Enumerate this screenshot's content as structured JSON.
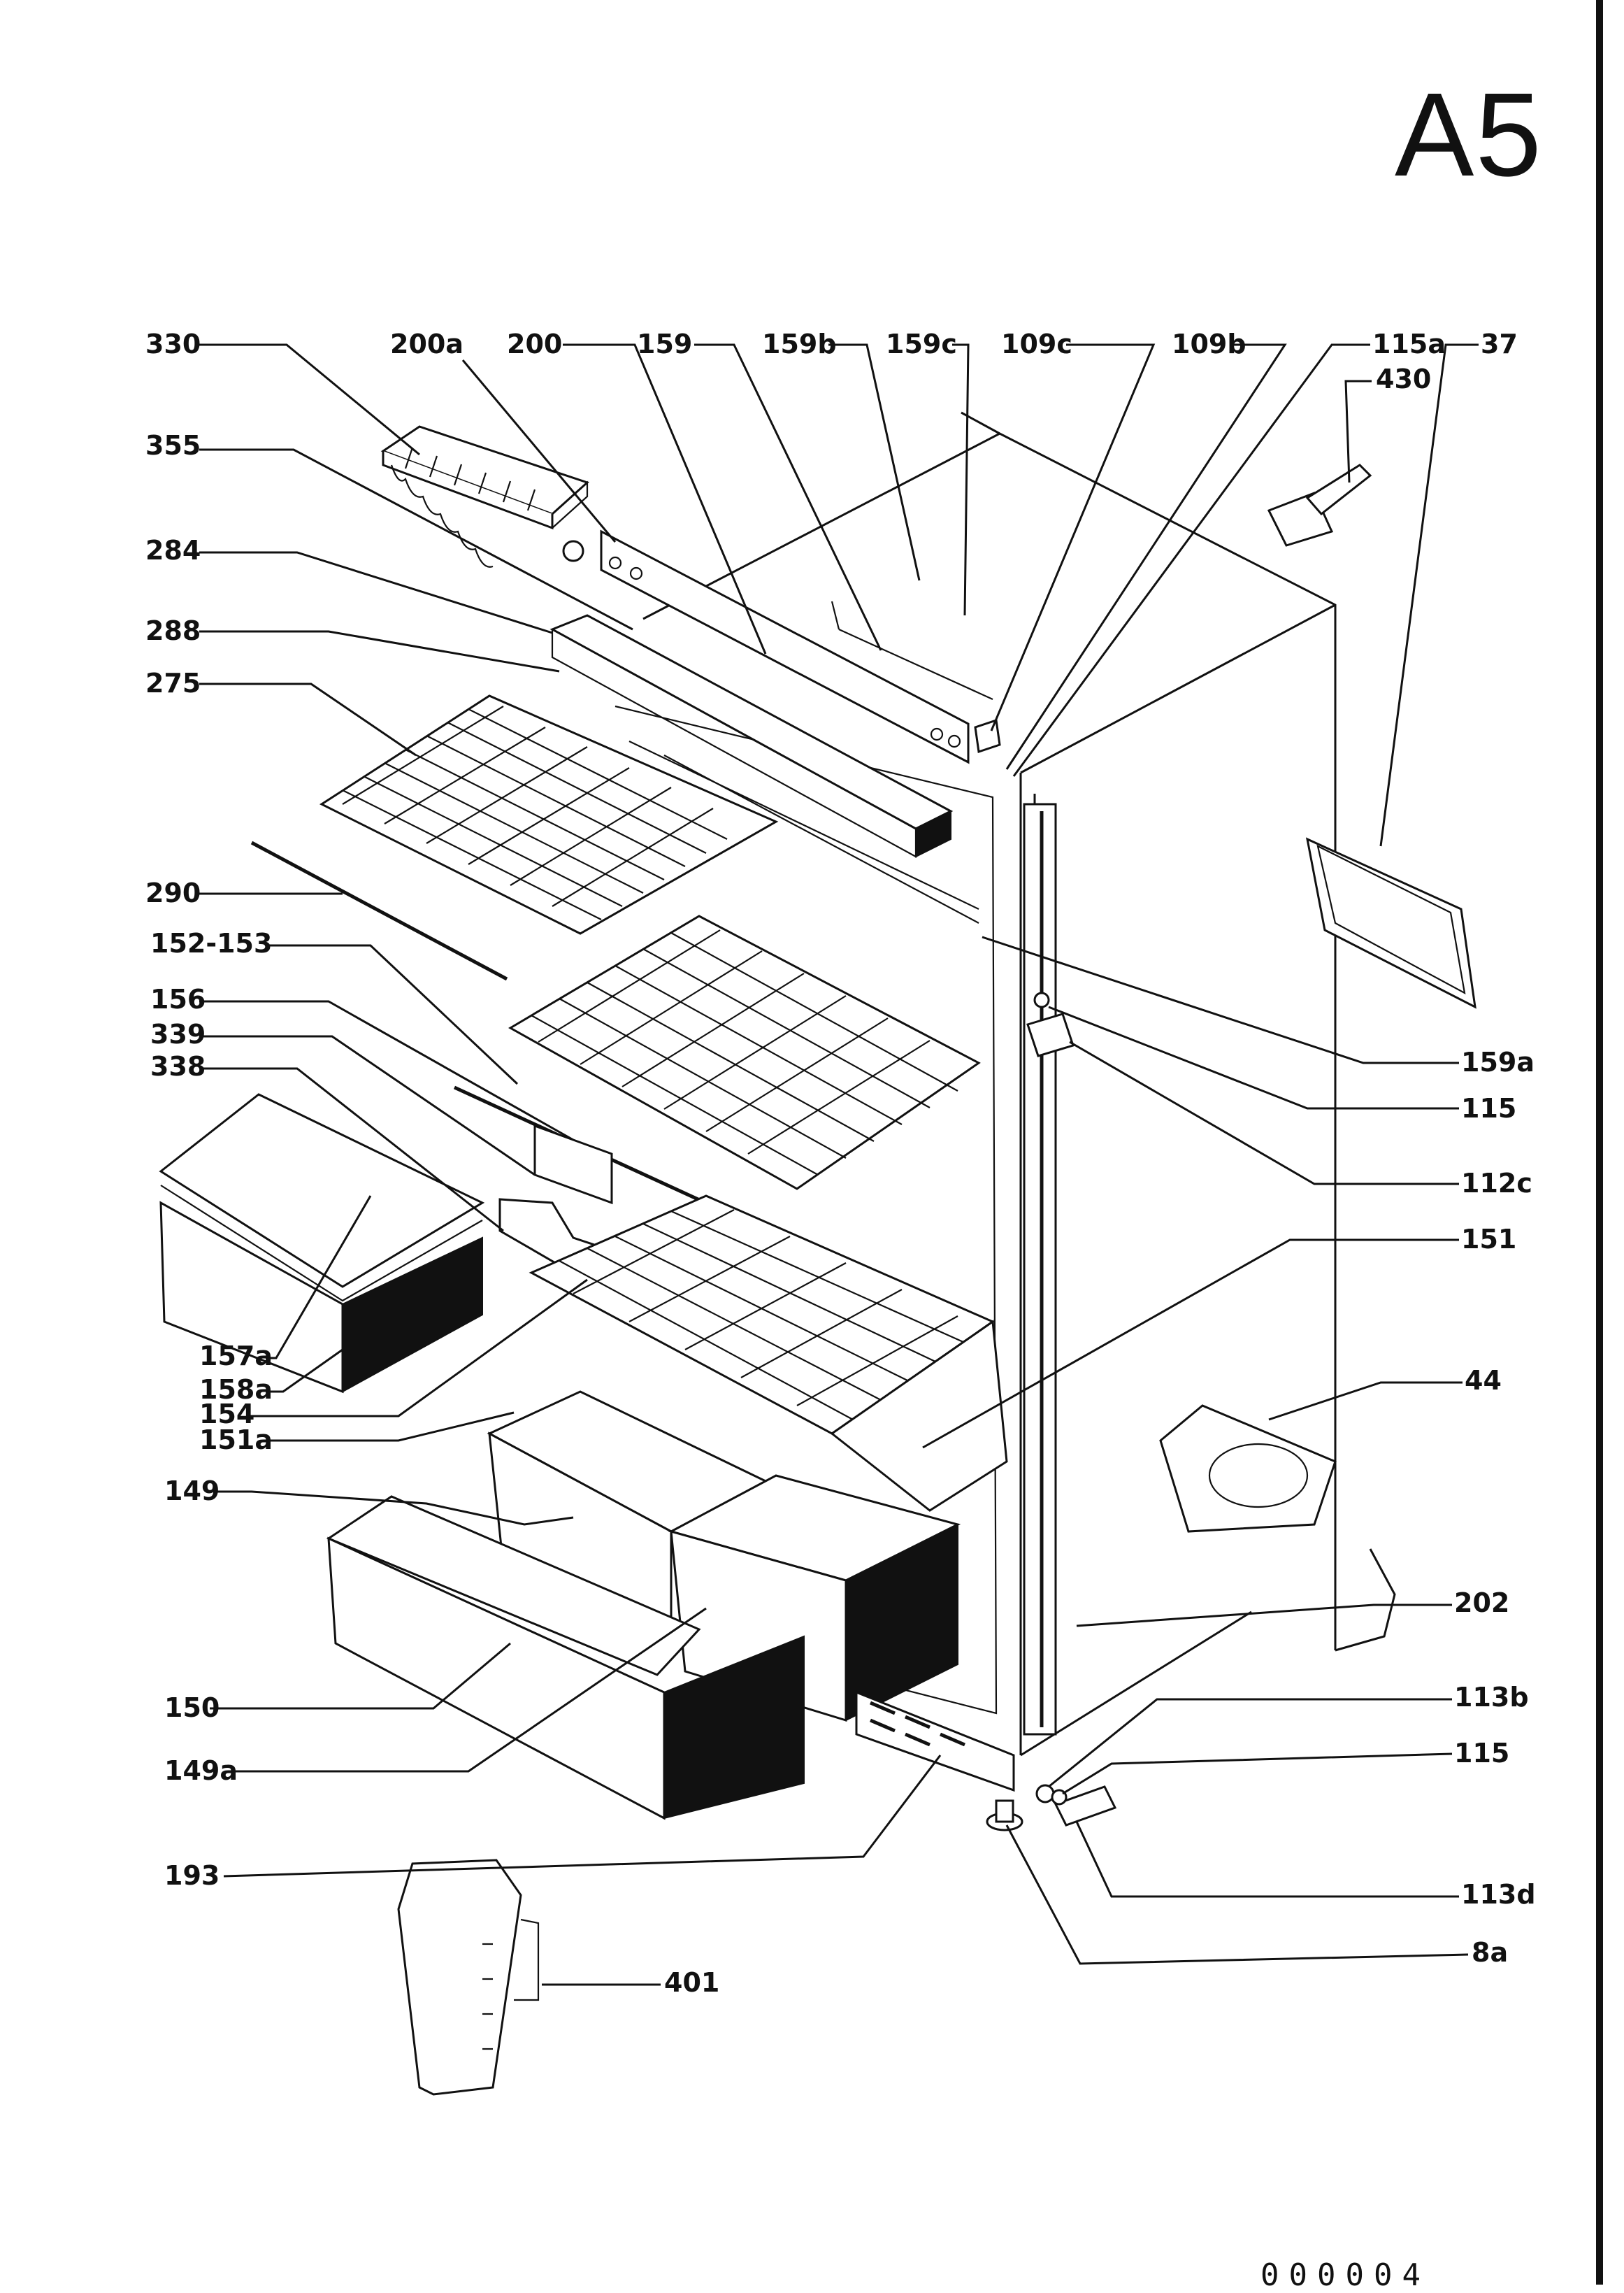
{
  "page": {
    "title": "A5",
    "page_number": "000004"
  },
  "callouts": [
    {
      "id": "330",
      "text": "330"
    },
    {
      "id": "200a",
      "text": "200a"
    },
    {
      "id": "200",
      "text": "200"
    },
    {
      "id": "159",
      "text": "159"
    },
    {
      "id": "159b",
      "text": "159b"
    },
    {
      "id": "159c",
      "text": "159c"
    },
    {
      "id": "109c",
      "text": "109c"
    },
    {
      "id": "109b",
      "text": "109b"
    },
    {
      "id": "115a",
      "text": "115a"
    },
    {
      "id": "37",
      "text": "37"
    },
    {
      "id": "430",
      "text": "430"
    },
    {
      "id": "355",
      "text": "355"
    },
    {
      "id": "284",
      "text": "284"
    },
    {
      "id": "288",
      "text": "288"
    },
    {
      "id": "275",
      "text": "275"
    },
    {
      "id": "290",
      "text": "290"
    },
    {
      "id": "152-153",
      "text": "152-153"
    },
    {
      "id": "156",
      "text": "156"
    },
    {
      "id": "339",
      "text": "339"
    },
    {
      "id": "338",
      "text": "338"
    },
    {
      "id": "157a",
      "text": "157a"
    },
    {
      "id": "158a",
      "text": "158a"
    },
    {
      "id": "154",
      "text": "154"
    },
    {
      "id": "151a",
      "text": "151a"
    },
    {
      "id": "149",
      "text": "149"
    },
    {
      "id": "150",
      "text": "150"
    },
    {
      "id": "149a",
      "text": "149a"
    },
    {
      "id": "193",
      "text": "193"
    },
    {
      "id": "401",
      "text": "401"
    },
    {
      "id": "159a",
      "text": "159a"
    },
    {
      "id": "115-top",
      "text": "115"
    },
    {
      "id": "112c",
      "text": "112c"
    },
    {
      "id": "151",
      "text": "151"
    },
    {
      "id": "44",
      "text": "44"
    },
    {
      "id": "202",
      "text": "202"
    },
    {
      "id": "113b",
      "text": "113b"
    },
    {
      "id": "115-bottom",
      "text": "115"
    },
    {
      "id": "113d",
      "text": "113d"
    },
    {
      "id": "8a",
      "text": "8a"
    }
  ]
}
